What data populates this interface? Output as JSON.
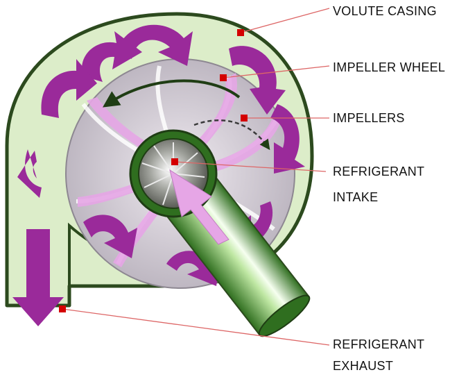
{
  "labels": {
    "volute_casing": "VOLUTE CASING",
    "impeller_wheel": "IMPELLER WHEEL",
    "impellers": "IMPELLERS",
    "refrigerant_intake": [
      "REFRIGERANT",
      "INTAKE"
    ],
    "refrigerant_exhaust": [
      "REFRIGERANT",
      "EXHAUST"
    ]
  },
  "colors": {
    "casing_fill": "#dcedc9",
    "outline": "#2c4a1e",
    "impeller_disc": "#c9c2cc",
    "flow_arrow": "#9a2a9a",
    "flow_arrow_light": "#e6a6e6",
    "pipe_dark": "#2f6e1f",
    "pipe_light": "#d9f2c4",
    "leader_line": "#d66",
    "marker": "#d40000"
  }
}
